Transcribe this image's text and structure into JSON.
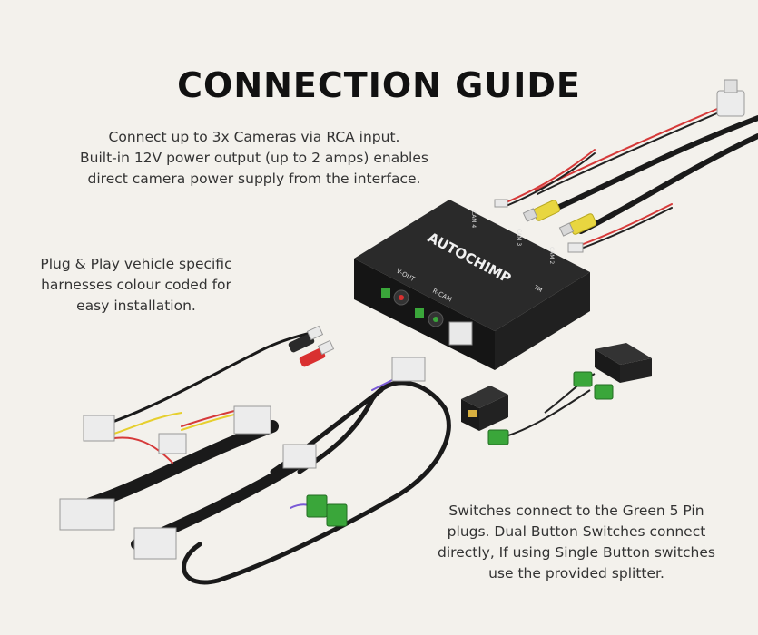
{
  "title": "CONNECTION GUIDE",
  "cameras_text": {
    "lines": [
      "Connect up to 3x Cameras via RCA input.",
      "Built-in 12V power output (up to 2 amps) enables",
      "direct camera power supply from the interface."
    ]
  },
  "harness_text": {
    "lines": [
      "Plug & Play vehicle specific",
      "harnesses colour coded for",
      "easy installation."
    ]
  },
  "switch_text": {
    "lines": [
      "Switches connect to the Green 5 Pin",
      "plugs. Dual Button Switches connect",
      "directly, If using Single Button switches",
      "use the provided splitter."
    ]
  },
  "device": {
    "brand": "AUTOCHIMP",
    "trademark": "TM",
    "port_labels": [
      "CAM 4",
      "CAM 3",
      "CAM 2",
      "V-OUT",
      "R-CAM"
    ]
  },
  "colors": {
    "background": "#f3f1ec",
    "device_body": "#1c1c1c",
    "rca_yellow": "#e8d640",
    "rca_red": "#d93030",
    "rca_white": "#e9e9e9",
    "plug_green": "#3aa63a",
    "wire_red": "#d63a3a",
    "wire_yellow": "#e6cf2e",
    "connector_white": "#ececec"
  }
}
